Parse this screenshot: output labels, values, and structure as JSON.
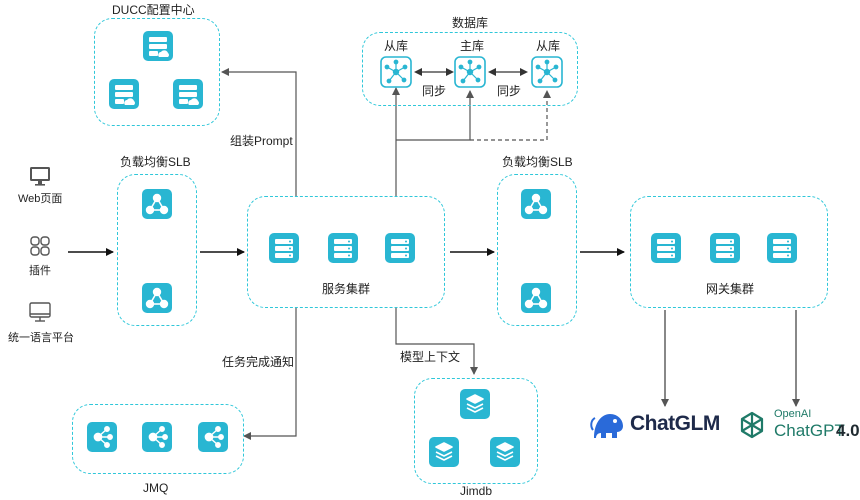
{
  "clients": {
    "web": "Web页面",
    "plugin": "插件",
    "platform": "统一语言平台"
  },
  "slb_left": {
    "title": "负载均衡SLB"
  },
  "slb_right": {
    "title": "负载均衡SLB"
  },
  "ducc": {
    "title": "DUCC配置中心"
  },
  "database": {
    "title": "数据库",
    "slave_left": "从库",
    "master": "主库",
    "slave_right": "从库",
    "sync_left": "同步",
    "sync_right": "同步"
  },
  "service_cluster": {
    "title": "服务集群"
  },
  "gateway_cluster": {
    "title": "网关集群"
  },
  "jmq": {
    "title": "JMQ"
  },
  "jimdb": {
    "title": "Jimdb"
  },
  "edges": {
    "assemble_prompt": "组装Prompt",
    "task_done": "任务完成通知",
    "model_context": "模型上下文"
  },
  "llms": {
    "chatglm": "ChatGLM",
    "openai": "OpenAI",
    "chatgpt": "ChatGPT",
    "chatgpt_version": "4.0"
  },
  "colors": {
    "accent": "#2fc7d9",
    "icon_fill": "#29b6d2",
    "arrow": "#555555"
  }
}
